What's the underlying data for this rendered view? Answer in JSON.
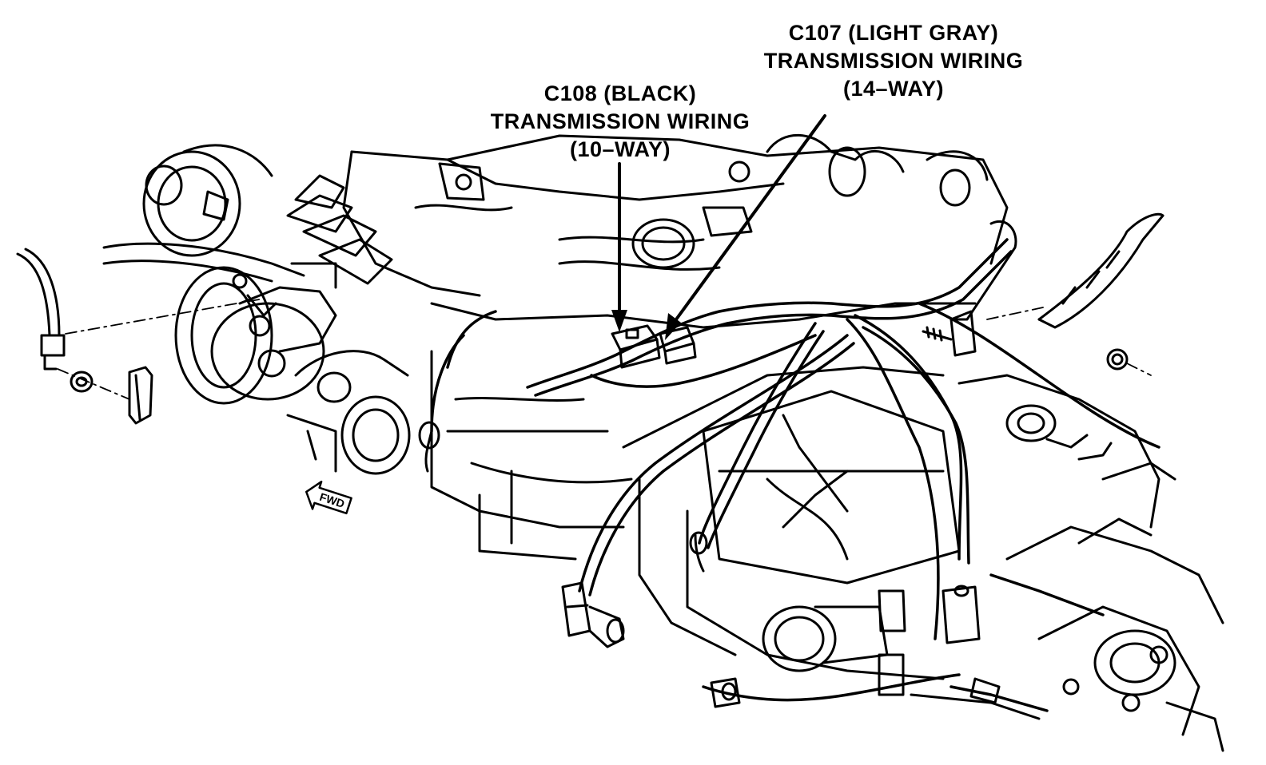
{
  "callouts": {
    "c108": {
      "line1": "C108 (BLACK)",
      "line2": "TRANSMISSION WIRING",
      "line3": "(10–WAY)"
    },
    "c107": {
      "line1": "C107 (LIGHT GRAY)",
      "line2": "TRANSMISSION WIRING",
      "line3": "(14–WAY)"
    }
  },
  "fwd_indicator": {
    "label": "FWD"
  },
  "colors": {
    "line": "#000000",
    "background": "#ffffff"
  }
}
